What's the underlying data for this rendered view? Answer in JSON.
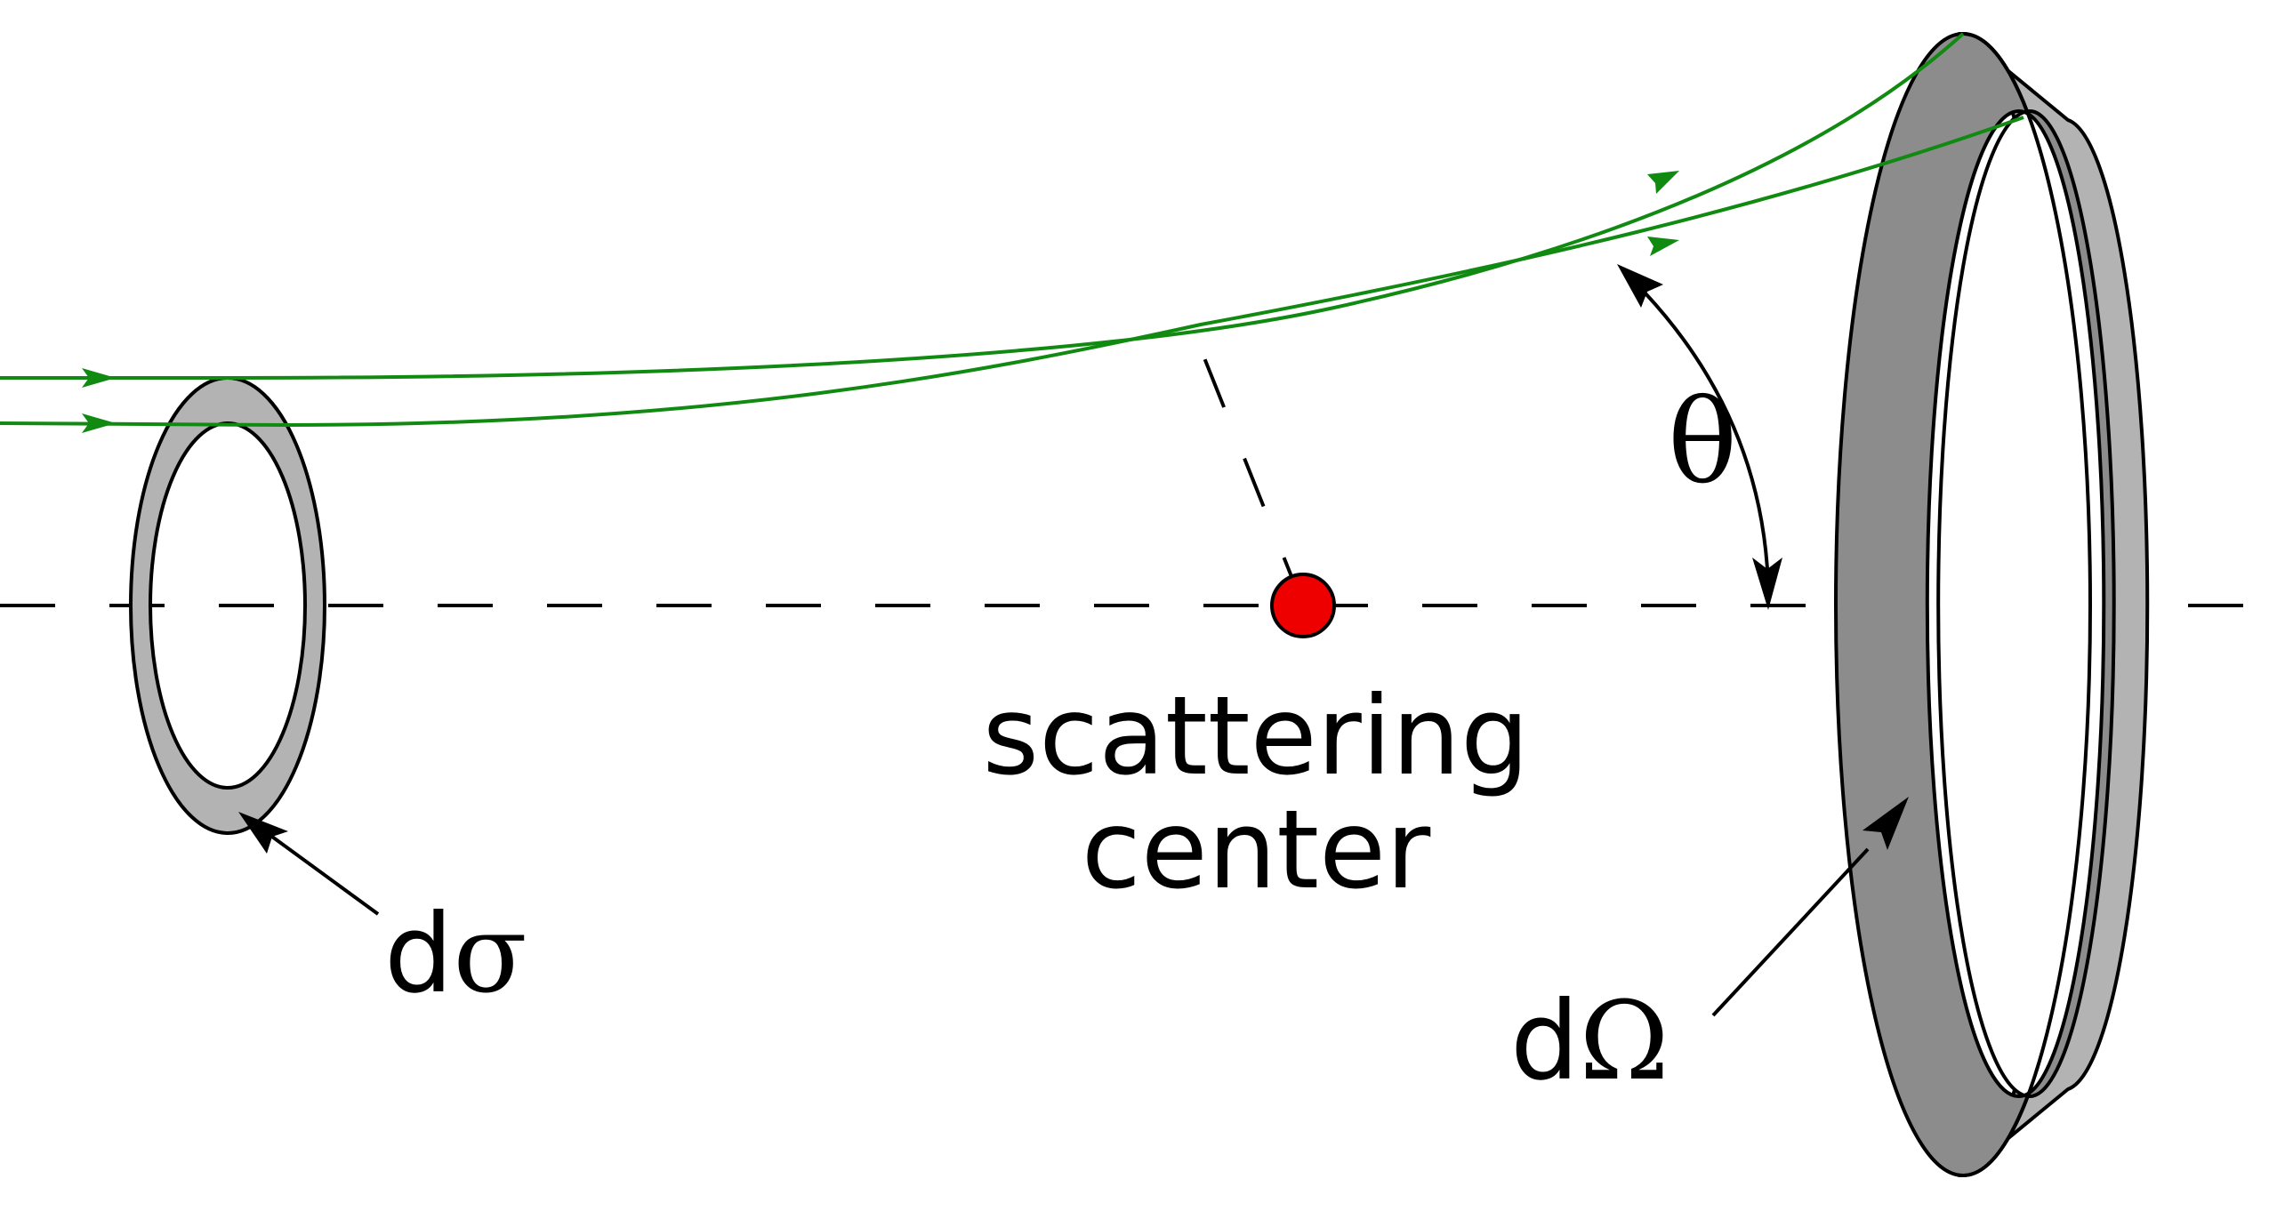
{
  "labels": {
    "scattering_line1": "scattering",
    "scattering_line2": "center",
    "d_sigma_prefix": "d",
    "d_sigma_symbol": "σ",
    "d_omega_prefix": "d",
    "d_omega_symbol": "Ω",
    "theta": "θ"
  },
  "colors": {
    "trajectory": "#118a11",
    "center_dot": "#ee0000",
    "ring_fill": "#b3b3b3",
    "detector_inner": "#8c8c8c",
    "detector_rim": "#b3b3b3",
    "outline": "#000000"
  }
}
